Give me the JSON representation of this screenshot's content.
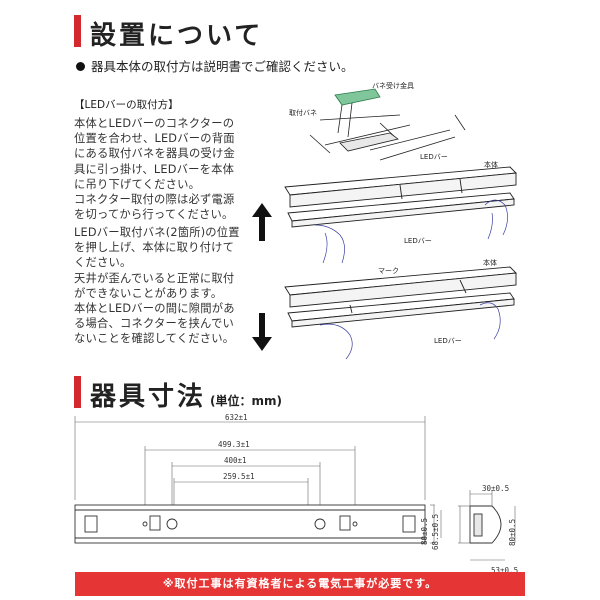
{
  "section1": {
    "heading": "設置について",
    "note": "器具本体の取付方は説明書でご確認ください。"
  },
  "install": {
    "subheading": "【LEDバーの取付方】",
    "paragraph1": "本体とLEDバーのコネクターの\n位置を合わせ、LEDバーの背面\nにある取付バネを器具の受け金\n具に引っ掛け、LEDバーを本体\nに吊り下げてください。\nコネクター取付の際は必ず電源\nを切ってから行ってください。",
    "paragraph2": "LEDバー取付バネ(2箇所)の位置\nを押し上げ、本体に取り付けて\nください。\n天井が歪んでいると正常に取付\nができないことがあります。\n本体とLEDバーの間に隙間があ\nる場合、コネクターを挟んでい\nないことを確認してください。"
  },
  "diagram_labels": {
    "spring_bracket": "バネ受け金具",
    "spring": "取付バネ",
    "ledbar_top": "LEDバー",
    "body_top": "本体",
    "ledbar_mid": "LEDバー",
    "mark": "マーク",
    "body_bottom": "本体",
    "ledbar_bottom": "LEDバー"
  },
  "section2": {
    "heading": "器具寸法",
    "unit": "(単位：mm)"
  },
  "dimensions": {
    "overall": "632±1",
    "d1": "499.3±1",
    "d2": "400±1",
    "d3": "259.5±1",
    "height_left": "80±0.5",
    "inner_left": "68.5±0.5",
    "side_top": "30±0.5",
    "side_height": "80±0.5",
    "side_width": "53±0.5"
  },
  "warning": "※取付工事は有資格者による電気工事が必要です。",
  "colors": {
    "accent": "#d2282e",
    "warning_bg": "#e53534"
  }
}
